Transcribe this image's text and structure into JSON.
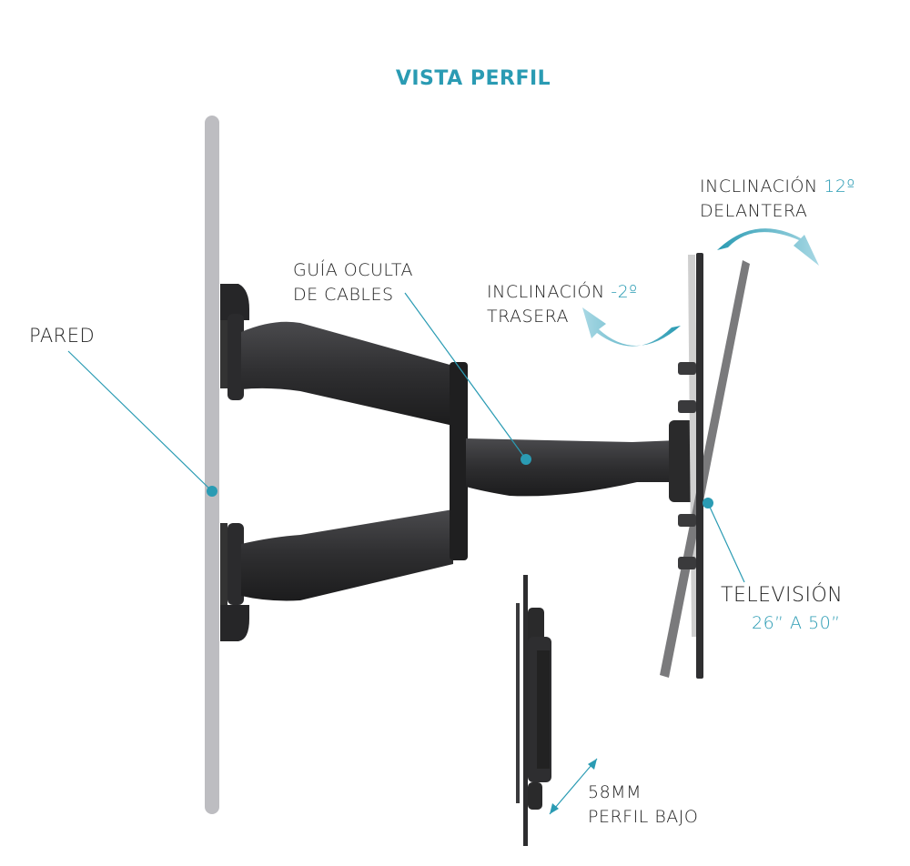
{
  "title": "VISTA PERFIL",
  "labels": {
    "wall": "PARED",
    "cable_guide_line1": "GUÍA OCULTA",
    "cable_guide_line2": "DE CABLES",
    "tilt_back_prefix": "INCLINACIÓN",
    "tilt_back_value": "-2º",
    "tilt_back_line2": "TRASERA",
    "tilt_front_prefix": "INCLINACIÓN",
    "tilt_front_value": "12º",
    "tilt_front_line2": "DELANTERA",
    "tv": "TELEVISIÓN",
    "tv_size": "26” A 50”",
    "profile_line1": "58MM",
    "profile_line2": "PERFIL BAJO"
  },
  "colors": {
    "accent": "#2a9bb3",
    "wall": "#bdbdc1",
    "mount": "#2b2b2d"
  }
}
